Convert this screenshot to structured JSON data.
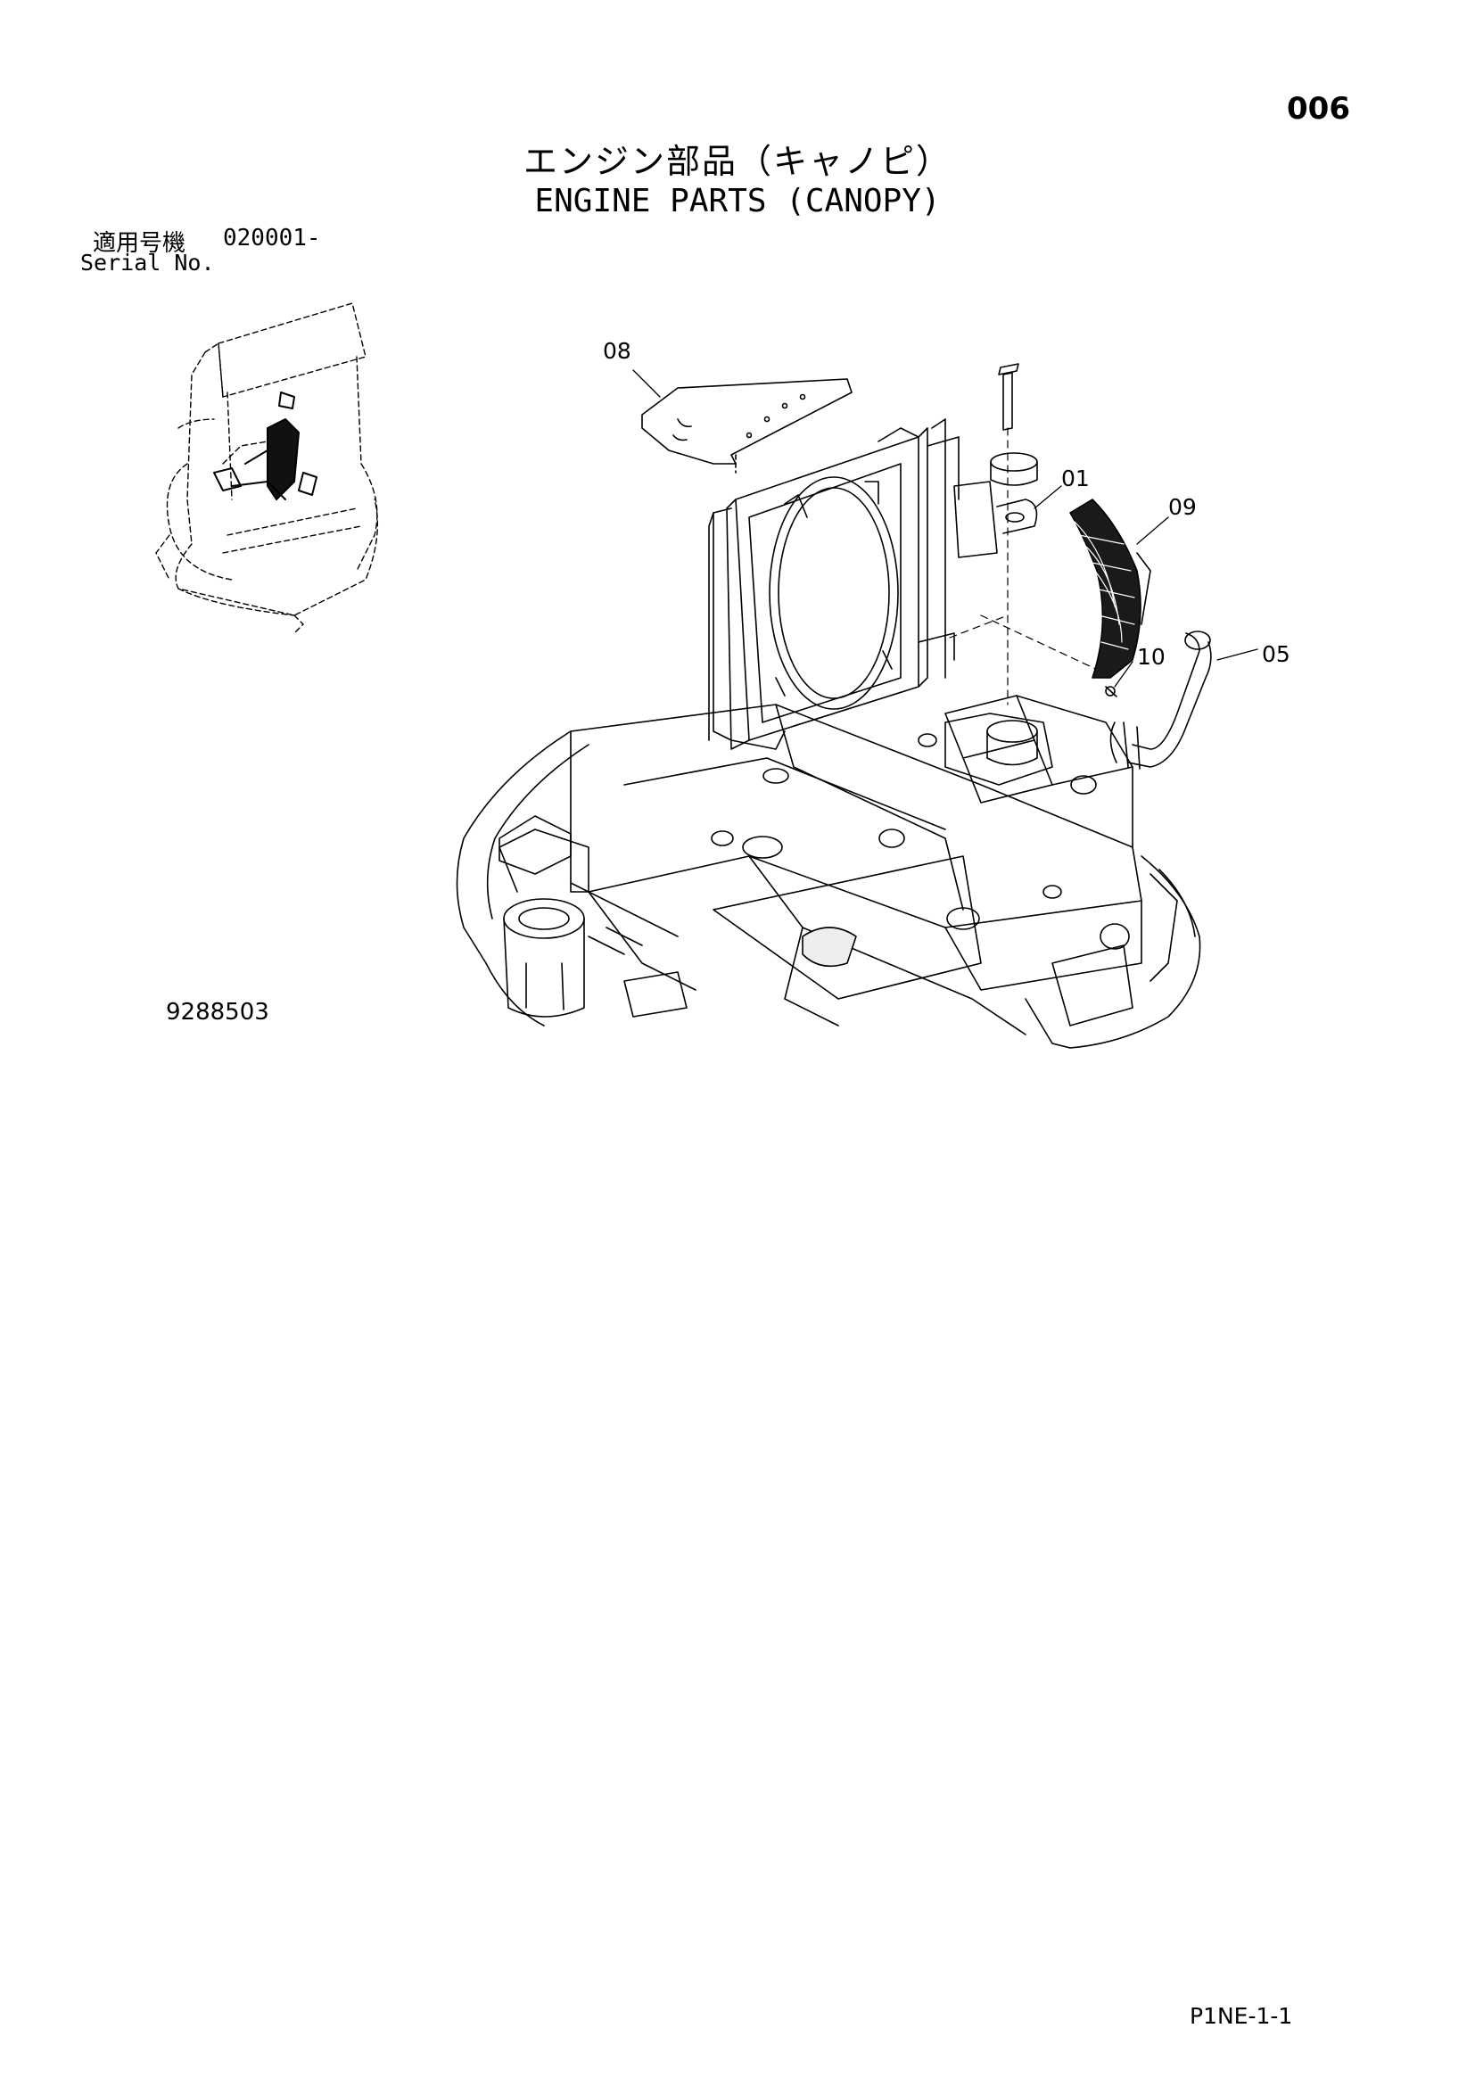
{
  "header": {
    "page_number": "006",
    "title_ja": "エンジン部品（キャノピ）",
    "title_en": "ENGINE PARTS (CANOPY)"
  },
  "serial": {
    "label_ja": "適用号機",
    "value": "020001-",
    "label_en": "Serial No."
  },
  "diagram": {
    "callouts": [
      "08",
      "01",
      "09",
      "10",
      "05"
    ]
  },
  "footer": {
    "drawing_number": "9288503",
    "page_code": "P1NE-1-1"
  }
}
